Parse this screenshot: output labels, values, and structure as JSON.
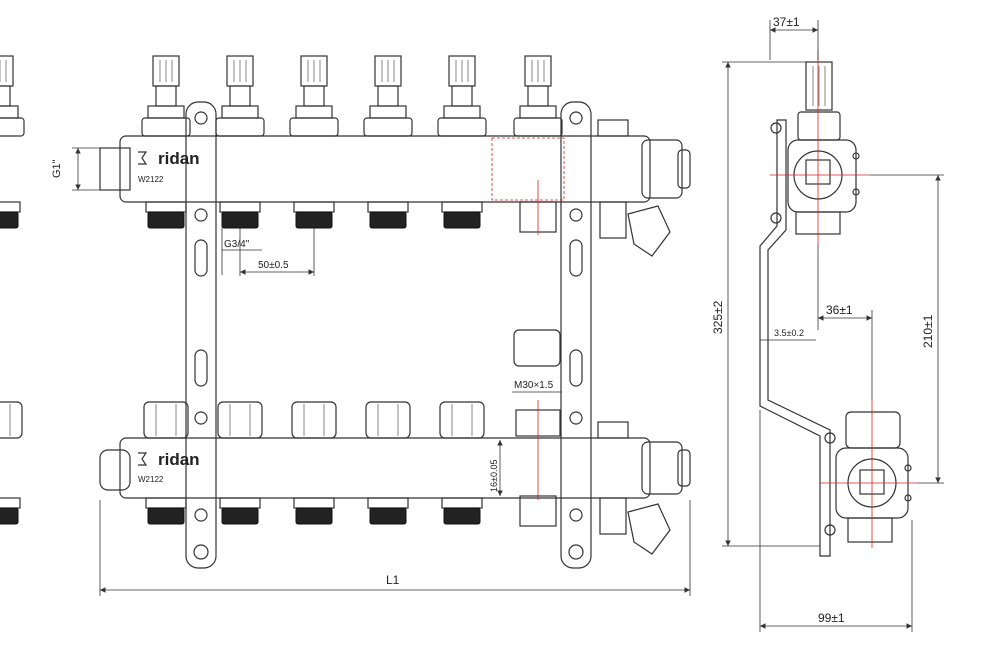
{
  "brand": {
    "logo_text": "ridan",
    "model_top": "W2122",
    "model_bottom": "W2122"
  },
  "dimensions": {
    "inlet_thread": "G1\"",
    "outlet_thread": "G3/4\"",
    "pitch": "50±0.5",
    "nut_thread": "M30×1.5",
    "valve_size": "16±0.05",
    "overall_length": "L1",
    "top_offset": "37±1",
    "height": "325±2",
    "bracket_offset": "36±1",
    "bracket_thickness": "3.5±0.2",
    "center_distance": "210±1",
    "depth": "99±1"
  },
  "colors": {
    "line": "#333333",
    "centerline": "#dd2222",
    "background": "#ffffff"
  }
}
